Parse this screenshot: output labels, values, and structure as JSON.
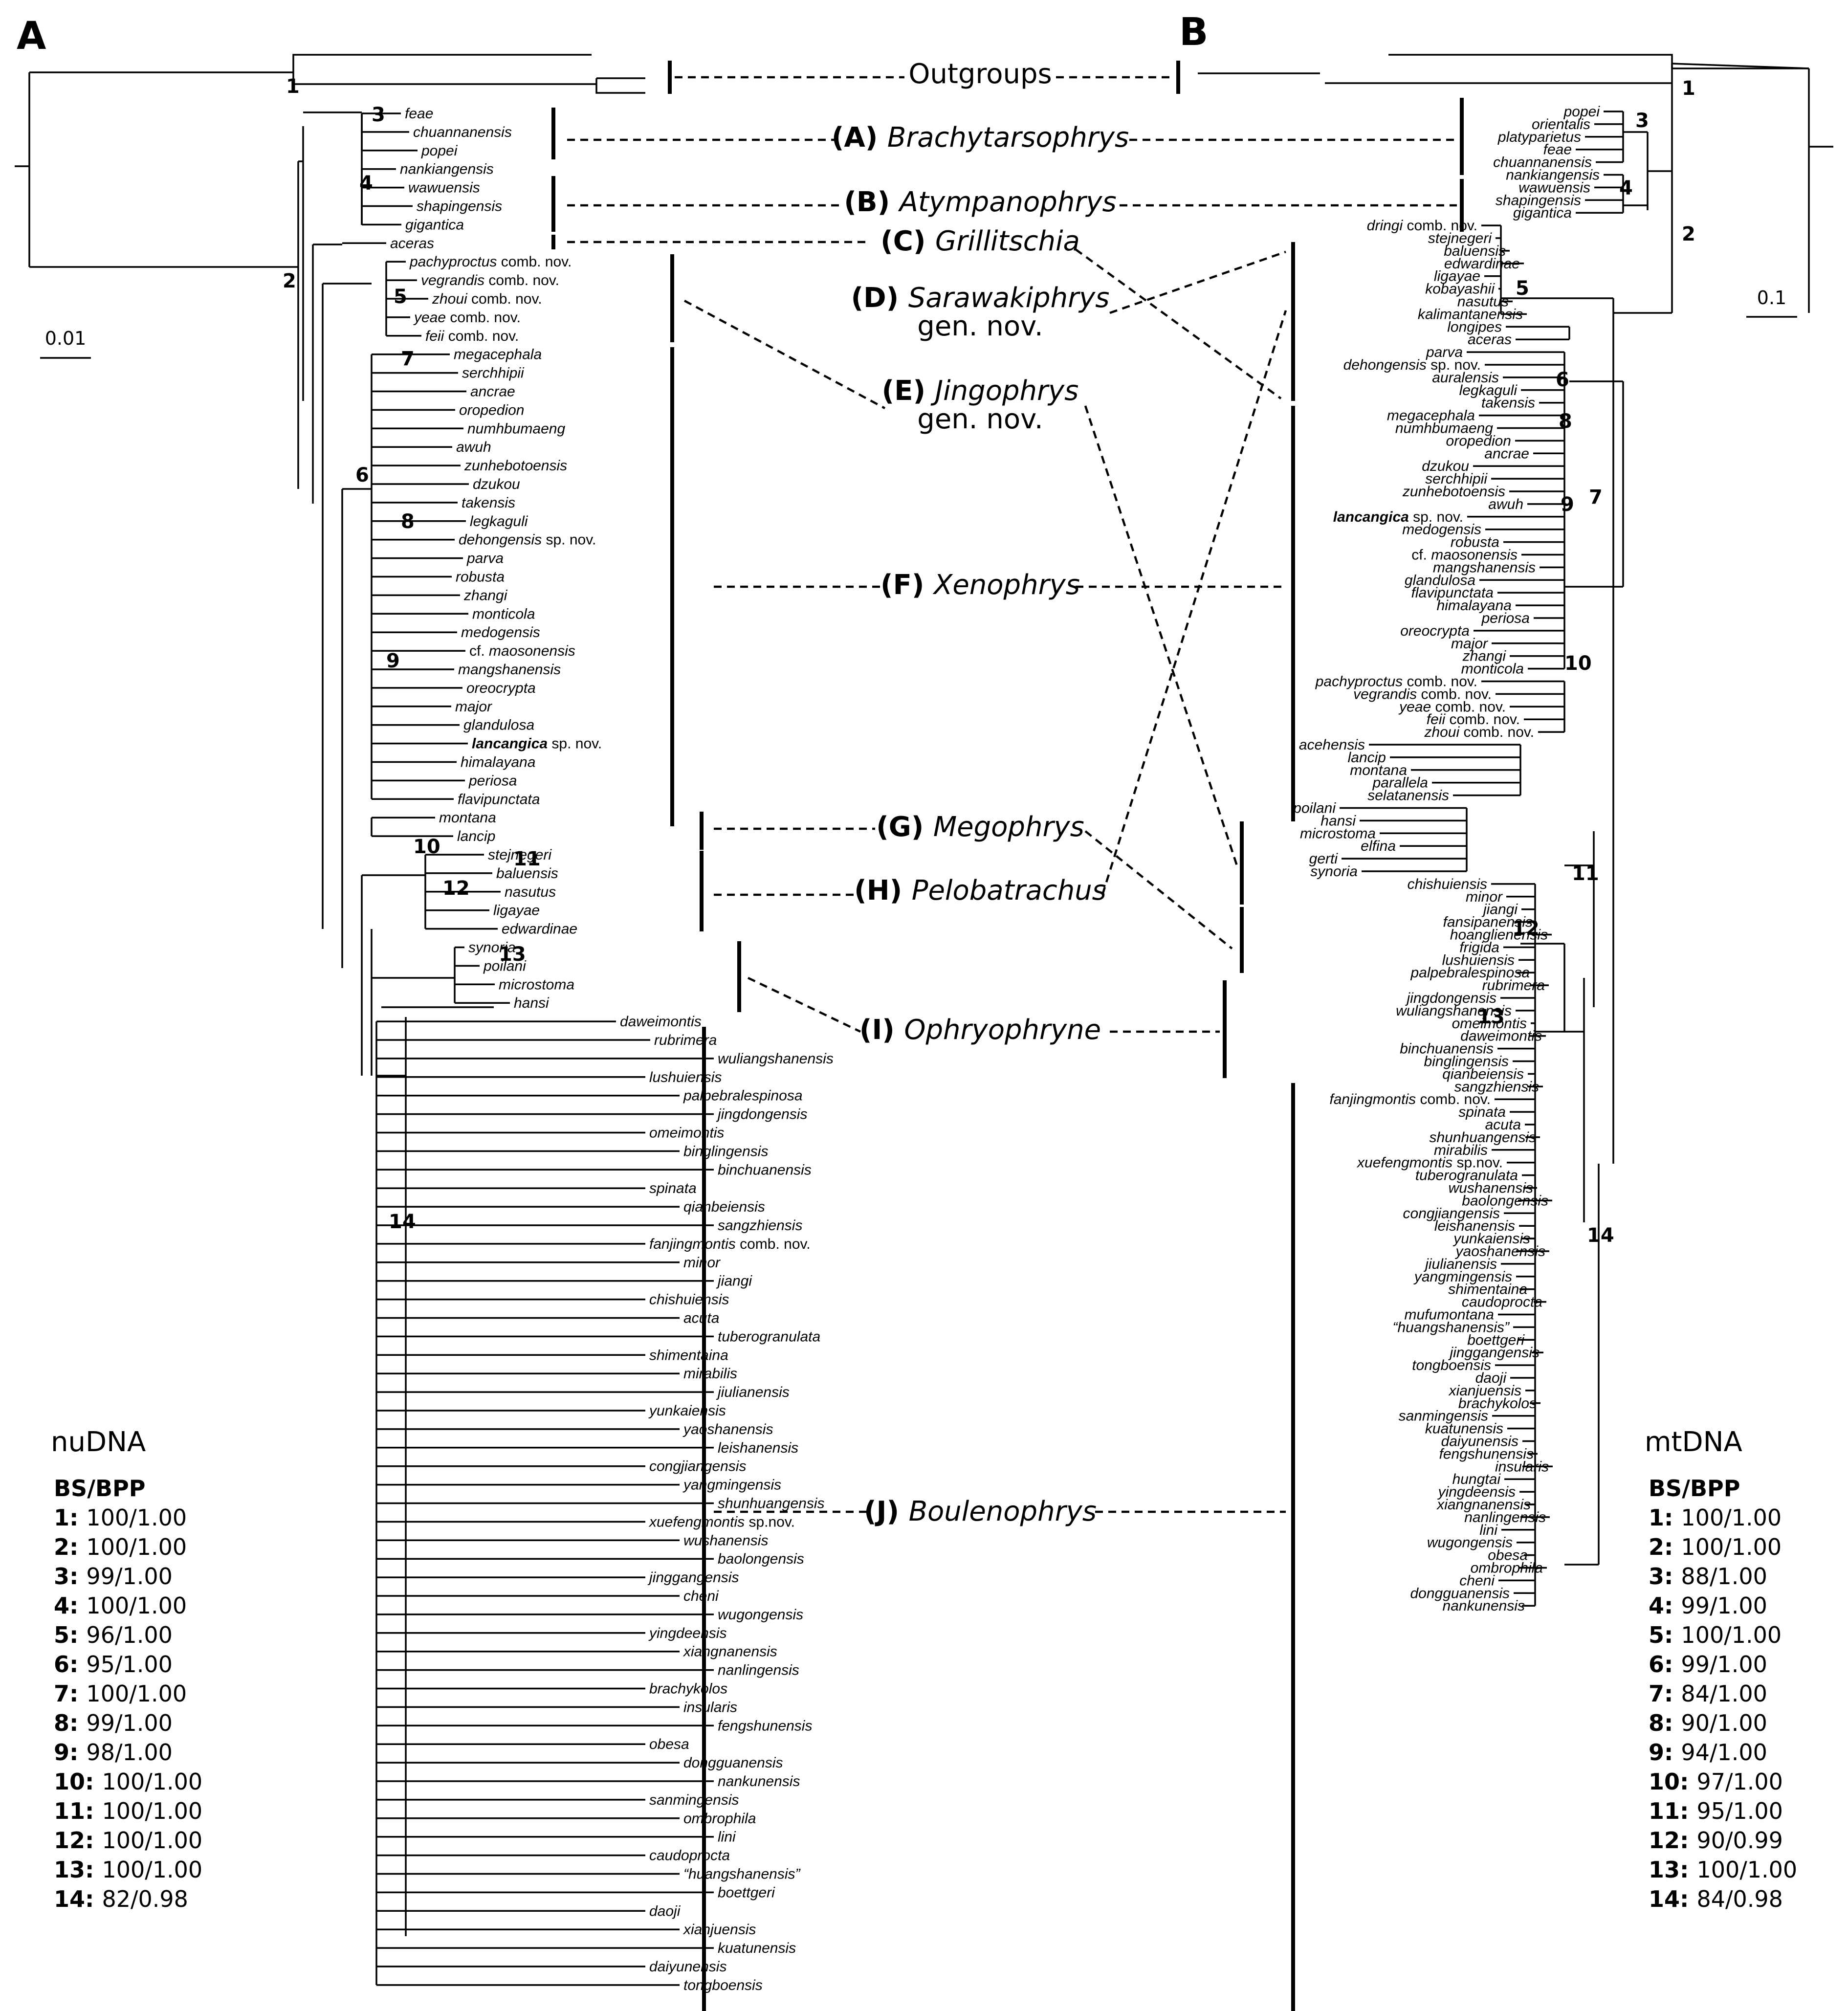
{
  "panel_labels": [
    "A",
    "B"
  ],
  "outgroups_label": "Outgroups",
  "scale_bars": {
    "left": "0.01",
    "right": "0.1"
  },
  "datasets": {
    "left": "nuDNA",
    "right": "mtDNA"
  },
  "support": {
    "header": "BS/BPP",
    "left": [
      {
        "node": "1:",
        "value": "100/1.00"
      },
      {
        "node": "2:",
        "value": "100/1.00"
      },
      {
        "node": "3:",
        "value": "99/1.00"
      },
      {
        "node": "4:",
        "value": "100/1.00"
      },
      {
        "node": "5:",
        "value": "96/1.00"
      },
      {
        "node": "6:",
        "value": "95/1.00"
      },
      {
        "node": "7:",
        "value": "100/1.00"
      },
      {
        "node": "8:",
        "value": "99/1.00"
      },
      {
        "node": "9:",
        "value": "98/1.00"
      },
      {
        "node": "10:",
        "value": "100/1.00"
      },
      {
        "node": "11:",
        "value": "100/1.00"
      },
      {
        "node": "12:",
        "value": "100/1.00"
      },
      {
        "node": "13:",
        "value": "100/1.00"
      },
      {
        "node": "14:",
        "value": "82/0.98"
      }
    ],
    "right": [
      {
        "node": "1:",
        "value": "100/1.00"
      },
      {
        "node": "2:",
        "value": "100/1.00"
      },
      {
        "node": "3:",
        "value": "88/1.00"
      },
      {
        "node": "4:",
        "value": "99/1.00"
      },
      {
        "node": "5:",
        "value": "100/1.00"
      },
      {
        "node": "6:",
        "value": "99/1.00"
      },
      {
        "node": "7:",
        "value": "84/1.00"
      },
      {
        "node": "8:",
        "value": "90/1.00"
      },
      {
        "node": "9:",
        "value": "94/1.00"
      },
      {
        "node": "10:",
        "value": "97/1.00"
      },
      {
        "node": "11:",
        "value": "95/1.00"
      },
      {
        "node": "12:",
        "value": "90/0.99"
      },
      {
        "node": "13:",
        "value": "100/1.00"
      },
      {
        "node": "14:",
        "value": "84/0.98"
      }
    ]
  },
  "genera": [
    {
      "code": "(A)",
      "name": "Brachytarsophrys",
      "sub": ""
    },
    {
      "code": "(B)",
      "name": "Atympanophrys",
      "sub": ""
    },
    {
      "code": "(C)",
      "name": "Grillitschia",
      "sub": ""
    },
    {
      "code": "(D)",
      "name": "Sarawakiphrys",
      "sub": "gen. nov."
    },
    {
      "code": "(E)",
      "name": "Jingophrys",
      "sub": "gen. nov."
    },
    {
      "code": "(F)",
      "name": "Xenophrys",
      "sub": ""
    },
    {
      "code": "(G)",
      "name": "Megophrys",
      "sub": ""
    },
    {
      "code": "(H)",
      "name": "Pelobatrachus",
      "sub": ""
    },
    {
      "code": "(I)",
      "name": "Ophryophryne",
      "sub": ""
    },
    {
      "code": "(J)",
      "name": "Boulenophrys",
      "sub": ""
    }
  ],
  "tree_left": {
    "node_labels": [
      "1",
      "2",
      "3",
      "4",
      "5",
      "6",
      "7",
      "8",
      "9",
      "10",
      "11",
      "12",
      "13",
      "14"
    ],
    "groups": [
      {
        "genus": 0,
        "tips": [
          "feae",
          "chuannanensis",
          "popei"
        ]
      },
      {
        "genus": 1,
        "tips": [
          "nankiangensis",
          "wawuensis",
          "shapingensis",
          "gigantica"
        ]
      },
      {
        "genus": 2,
        "tips": [
          "aceras"
        ]
      },
      {
        "genus": 4,
        "tips": [
          "pachyproctus| comb. nov.",
          "vegrandis| comb. nov.",
          "zhoui| comb. nov.",
          "yeae| comb. nov.",
          "feii| comb. nov."
        ]
      },
      {
        "genus": 5,
        "tips": [
          "megacephala",
          "serchhipii",
          "ancrae",
          "oropedion",
          "numhbumaeng",
          "awuh",
          "zunhebotoensis",
          "dzukou",
          "takensis",
          "legkaguli",
          "dehongensis| sp. nov.",
          "parva",
          "robusta",
          "zhangi",
          "monticola",
          "medogensis",
          "cf. |maosonensis",
          "mangshanensis",
          "oreocrypta",
          "major",
          "glandulosa",
          "*lancangica| sp. nov.",
          "himalayana",
          "periosa",
          "flavipunctata"
        ]
      },
      {
        "genus": 6,
        "tips": [
          "montana",
          "lancip"
        ]
      },
      {
        "genus": 7,
        "tips": [
          "stejnegeri",
          "baluensis",
          "nasutus",
          "ligayae",
          "edwardinae"
        ]
      },
      {
        "genus": 8,
        "tips": [
          "synoria",
          "poilani",
          "microstoma",
          "hansi"
        ]
      },
      {
        "genus": 9,
        "tips": [
          "daweimontis",
          "rubrimera",
          "wuliangshanensis",
          "lushuiensis",
          "palpebralespinosa",
          "jingdongensis",
          "omeimontis",
          "binglingensis",
          "binchuanensis",
          "spinata",
          "qianbeiensis",
          "sangzhiensis",
          "fanjingmontis| comb. nov.",
          "minor",
          "jiangi",
          "chishuiensis",
          "acuta",
          "tuberogranulata",
          "shimentaina",
          "mirabilis",
          "jiulianensis",
          "yunkaiensis",
          "yaoshanensis",
          "leishanensis",
          "congjiangensis",
          "yangmingensis",
          "shunhuangensis",
          "xuefengmontis| sp.nov.",
          "wushanensis",
          "baolongensis",
          "jinggangensis",
          "cheni",
          "wugongensis",
          "yingdeensis",
          "xiangnanensis",
          "nanlingensis",
          "brachykolos",
          "insularis",
          "fengshunensis",
          "obesa",
          "dongguanensis",
          "nankunensis",
          "sanmingensis",
          "ombrophila",
          "lini",
          "caudoprocta",
          "“huangshanensis”",
          "boettgeri",
          "daoji",
          "xianjuensis",
          "kuatunensis",
          "daiyunensis",
          "tongboensis"
        ]
      }
    ]
  },
  "tree_right": {
    "node_labels": [
      "1",
      "2",
      "3",
      "4",
      "5",
      "6",
      "7",
      "8",
      "9",
      "10",
      "11",
      "12",
      "13",
      "14"
    ],
    "groups": [
      {
        "genus": 0,
        "tips": [
          "popei",
          "orientalis",
          "platyparietus",
          "feae",
          "chuannanensis"
        ]
      },
      {
        "genus": 1,
        "tips": [
          "nankiangensis",
          "wawuensis",
          "shapingensis",
          "gigantica"
        ]
      },
      {
        "genus": 7,
        "tips": [
          "dringi| comb. nov.",
          "stejnegeri",
          "baluensis",
          "edwardinae",
          "ligayae",
          "kobayashii",
          "nasutus",
          "kalimantanensis"
        ]
      },
      {
        "genus": 2,
        "tips": [
          "longipes",
          "aceras"
        ]
      },
      {
        "genus": 5,
        "tips": [
          "parva",
          "dehongensis| sp. nov.",
          "auralensis",
          "legkaguli",
          "takensis",
          "megacephala",
          "numhbumaeng",
          "oropedion",
          "ancrae",
          "dzukou",
          "serchhipii",
          "zunhebotoensis",
          "awuh",
          "*lancangica| sp. nov.",
          "medogensis",
          "robusta",
          "cf. |maosonensis",
          "mangshanensis",
          "glandulosa",
          "flavipunctata",
          "himalayana",
          "periosa",
          "oreocrypta",
          "major",
          "zhangi",
          "monticola"
        ]
      },
      {
        "genus": 4,
        "tips": [
          "pachyproctus| comb. nov.",
          "vegrandis| comb. nov.",
          "yeae| comb. nov.",
          "feii| comb. nov.",
          "zhoui| comb. nov."
        ]
      },
      {
        "genus": 6,
        "tips": [
          "acehensis",
          "lancip",
          "montana",
          "parallela",
          "selatanensis"
        ]
      },
      {
        "genus": 8,
        "tips": [
          "poilani",
          "hansi",
          "microstoma",
          "elfina",
          "gerti",
          "synoria"
        ]
      },
      {
        "genus": 9,
        "tips": [
          "chishuiensis",
          "minor",
          "jiangi",
          "fansipanensis",
          "hoanglienensis",
          "frigida",
          "lushuiensis",
          "palpebralespinosa",
          "rubrimera",
          "jingdongensis",
          "wuliangshanensis",
          "omeimontis",
          "daweimontis",
          "binchuanensis",
          "binglingensis",
          "qianbeiensis",
          "sangzhiensis",
          "fanjingmontis| comb. nov.",
          "spinata",
          "acuta",
          "shunhuangensis",
          "mirabilis",
          "xuefengmontis| sp.nov.",
          "tuberogranulata",
          "wushanensis",
          "baolongensis",
          "congjiangensis",
          "leishanensis",
          "yunkaiensis",
          "yaoshanensis",
          "jiulianensis",
          "yangmingensis",
          "shimentaina",
          "caudoprocta",
          "mufumontana",
          "“huangshanensis”",
          "boettgeri",
          "jinggangensis",
          "tongboensis",
          "daoji",
          "xianjuensis",
          "brachykolos",
          "sanmingensis",
          "kuatunensis",
          "daiyunensis",
          "fengshunensis",
          "insularis",
          "hungtai",
          "yingdeensis",
          "xiangnanensis",
          "nanlingensis",
          "lini",
          "wugongensis",
          "obesa",
          "ombrophila",
          "cheni",
          "dongguanensis",
          "nankunensis"
        ]
      }
    ]
  }
}
